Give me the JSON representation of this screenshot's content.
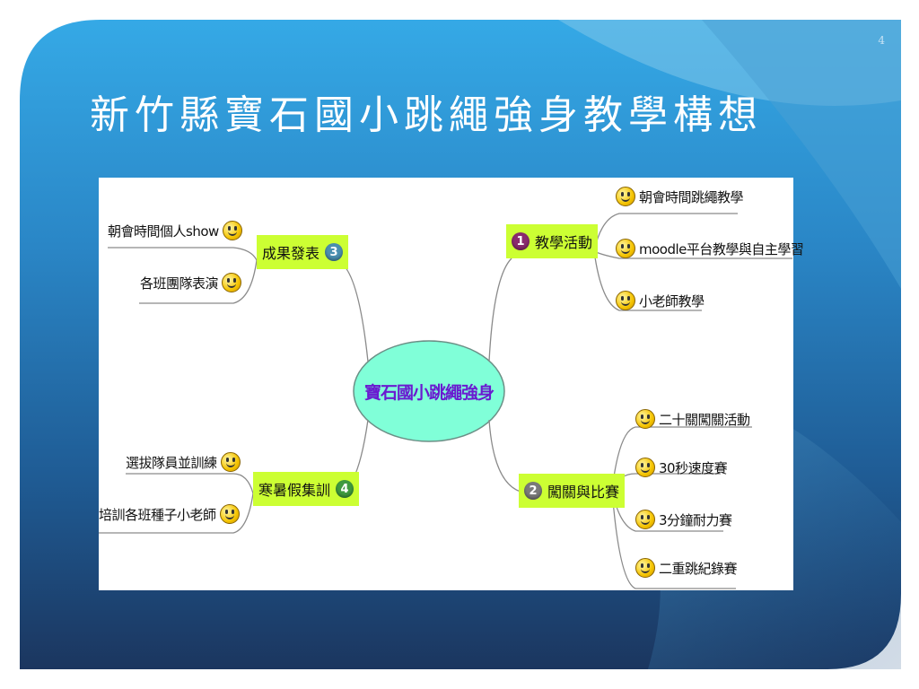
{
  "slide": {
    "page_number": "4",
    "title": "新竹縣寶石國小跳繩強身教學構想"
  },
  "mindmap": {
    "center": "寶石國小跳繩強身",
    "branches": [
      {
        "number": "1",
        "label": "教學活動",
        "badge_color": "#8b2a6e",
        "items": [
          "朝會時間跳繩教學",
          "moodle平台教學與自主學習",
          "小老師教學"
        ]
      },
      {
        "number": "2",
        "label": "闖關與比賽",
        "badge_color": "#7a7a7a",
        "items": [
          "二十關闖關活動",
          "30秒速度賽",
          "3分鐘耐力賽",
          "二重跳紀錄賽"
        ]
      },
      {
        "number": "3",
        "label": "成果發表",
        "badge_color": "#4a8fb0",
        "items": [
          "朝會時間個人show",
          "各班團隊表演"
        ]
      },
      {
        "number": "4",
        "label": "寒暑假集訓",
        "badge_color": "#3f9a3f",
        "items": [
          "選拔隊員並訓練",
          "培訓各班種子小老師"
        ]
      }
    ]
  },
  "icons": {
    "item_icon": "smiley-face-icon"
  },
  "colors": {
    "branch_highlight": "#ccff33",
    "center_fill": "#7fffd4",
    "center_text": "#6a1bd0",
    "background_top": "#3aa7e3",
    "background_bottom": "#1b3a66"
  }
}
